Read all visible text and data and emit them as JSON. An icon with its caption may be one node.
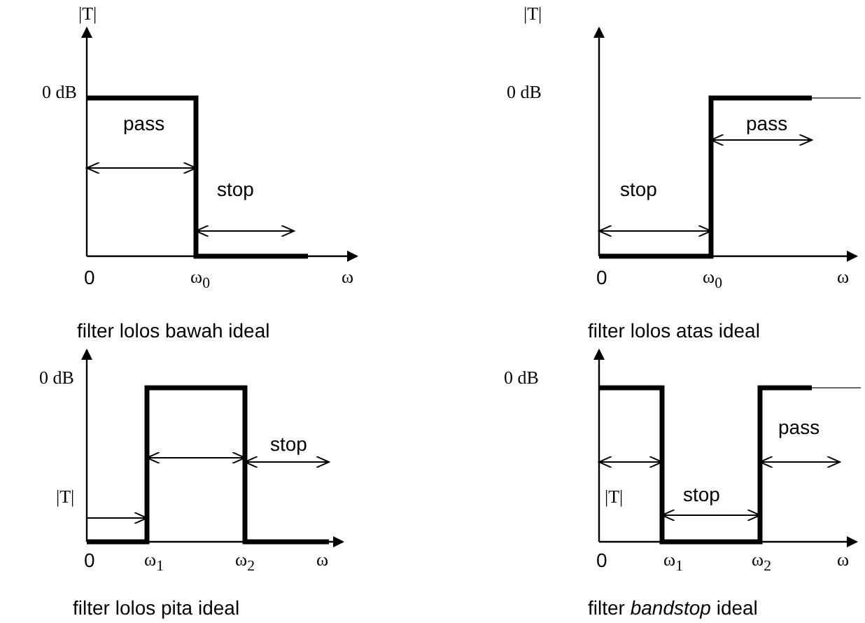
{
  "diagram": {
    "labels": [
      "|T|",
      "0 dB",
      "pass",
      "stop",
      "0",
      "ω$_{0}$",
      "ω",
      "filter lolos bawah ideal",
      "|T|",
      "0 dB",
      "pass",
      "stop",
      "0",
      "ω$_{0}$",
      "ω",
      "filter lolos atas ideal",
      "0 dB",
      "|T|",
      "stop",
      "0",
      "ω$_{1}$",
      "ω$_{2}$",
      "ω",
      "filter lolos pita ideal",
      "0 dB",
      "pass",
      "|T|",
      "stop",
      "0",
      "ω$_{1}$",
      "ω$_{2}$",
      "ω",
      "filter *bandstop* ideal"
    ]
  }
}
